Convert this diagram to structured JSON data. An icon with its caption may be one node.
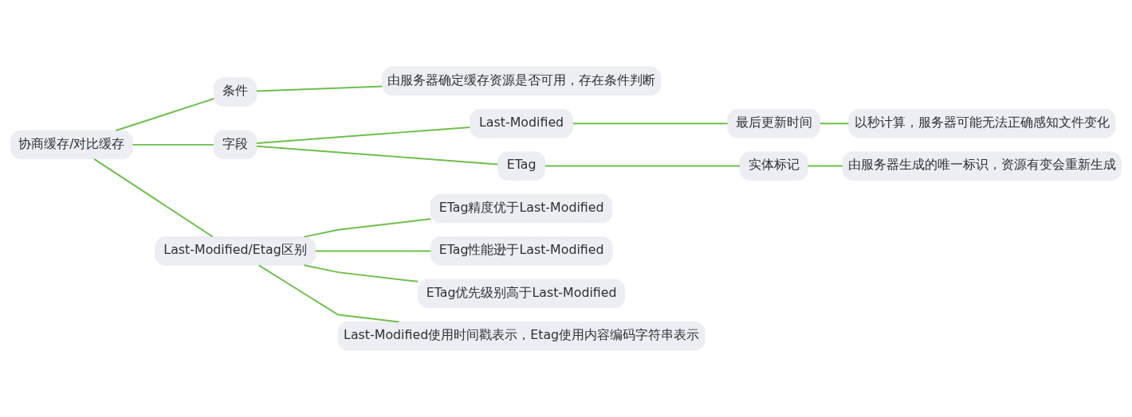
{
  "diagram": {
    "nodes": [
      {
        "text": [
          "协商缓存/对比缓存"
        ]
      },
      {
        "text": [
          "条件"
        ]
      },
      {
        "text": [
          "由服务器确定缓存资源是否可用，存在条件判断"
        ]
      },
      {
        "text": [
          "字段"
        ]
      },
      {
        "text": [
          "Last-Modified"
        ]
      },
      {
        "text": [
          "最后更新时间"
        ]
      },
      {
        "text": [
          "以秒计算，服务器可能无法正确感知文件变化"
        ]
      },
      {
        "text": [
          "ETag"
        ]
      },
      {
        "text": [
          "实体标记"
        ]
      },
      {
        "text": [
          "由服务器生成的唯一标识，资源有变会重新生成"
        ]
      },
      {
        "text": [
          "Last-Modified/Etag区别"
        ]
      },
      {
        "text": [
          "ETag精度优于Last-Modified"
        ]
      },
      {
        "text": [
          "ETag性能逊于Last-Modified"
        ]
      },
      {
        "text": [
          "ETag优先级别高于Last-Modified"
        ]
      },
      {
        "text": [
          "Last-Modified使用时间戳表示，Etag使用内容编码字符串表示"
        ]
      }
    ],
    "edges": [
      {
        "from": 0,
        "to": 1,
        "arrow": "none"
      },
      {
        "from": 1,
        "to": 2,
        "arrow": "none"
      },
      {
        "from": 0,
        "to": 3,
        "arrow": "none"
      },
      {
        "from": 3,
        "to": 4,
        "arrow": "none"
      },
      {
        "from": 4,
        "to": 5,
        "arrow": "none"
      },
      {
        "from": 5,
        "to": 6,
        "arrow": "none"
      },
      {
        "from": 3,
        "to": 7,
        "arrow": "none"
      },
      {
        "from": 7,
        "to": 8,
        "arrow": "none"
      },
      {
        "from": 8,
        "to": 9,
        "arrow": "none"
      },
      {
        "from": 0,
        "to": 10,
        "arrow": "none"
      },
      {
        "from": 10,
        "to": 11,
        "arrow": "none"
      },
      {
        "from": 10,
        "to": 12,
        "arrow": "none"
      },
      {
        "from": 10,
        "to": 13,
        "arrow": "none"
      },
      {
        "from": 10,
        "to": 14,
        "arrow": "none"
      }
    ]
  }
}
